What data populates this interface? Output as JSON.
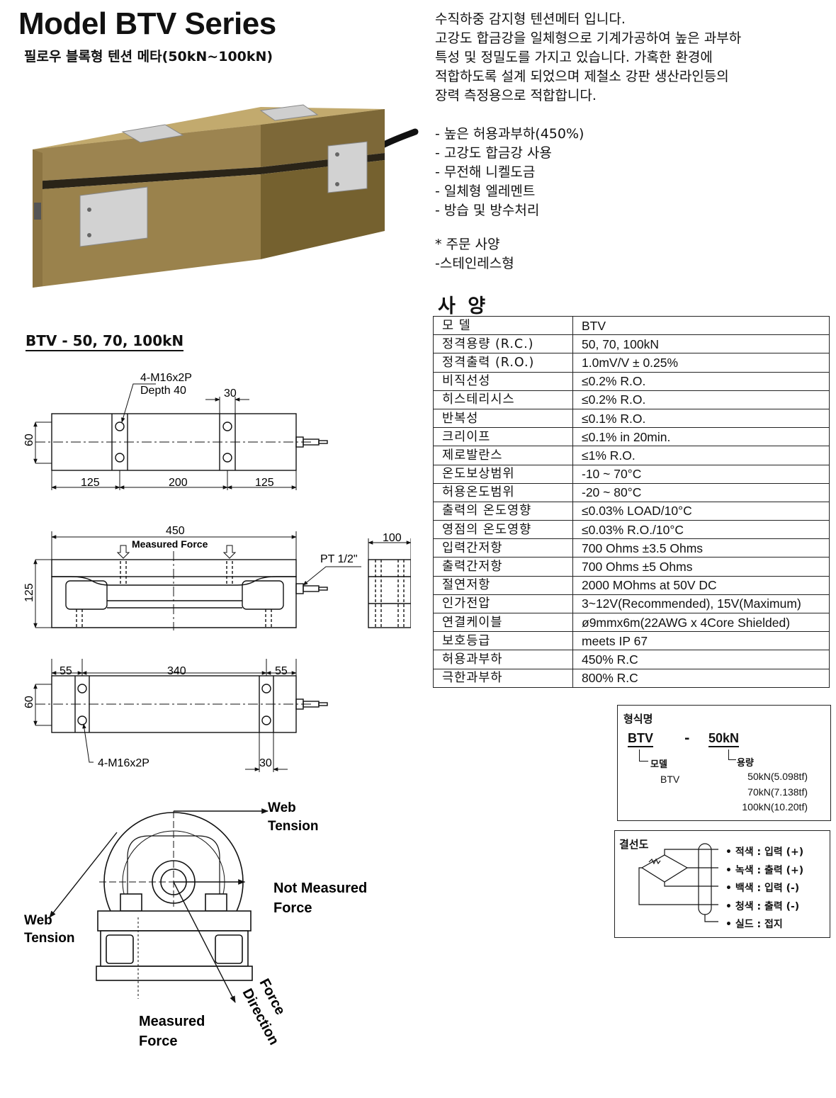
{
  "header": {
    "title": "Model BTV Series",
    "subtitle": "필로우 블록형 텐션 메타(50kN~100kN)"
  },
  "description": {
    "paragraph": [
      "수직하중 감지형 텐션메터 입니다.",
      "고강도 합금강을 일체형으로 기계가공하여 높은 과부하",
      "특성 및 정밀도를 가지고 있습니다. 가혹한 환경에",
      "적합하도록 설계 되었으며 제철소 강판 생산라인등의",
      "장력 측정용으로 적합합니다."
    ],
    "features": [
      "- 높은 허용과부하(450%)",
      "- 고강도 합금강 사용",
      "- 무전해 니켈도금",
      "- 일체형 엘레멘트",
      "- 방습 및 방수처리"
    ],
    "order_note": "* 주문 사양",
    "order_item": "-스테인레스형"
  },
  "spec": {
    "heading": "사 양",
    "rows": [
      {
        "k": "모 델",
        "v": "BTV"
      },
      {
        "k": "정격용량 (R.C.)",
        "v": "50, 70, 100kN"
      },
      {
        "k": "정격출력 (R.O.)",
        "v": "1.0mV/V ± 0.25%"
      },
      {
        "k": "비직선성",
        "v": "≤0.2% R.O."
      },
      {
        "k": "히스테리시스",
        "v": "≤0.2% R.O."
      },
      {
        "k": "반복성",
        "v": "≤0.1% R.O."
      },
      {
        "k": "크리이프",
        "v": "≤0.1% in 20min."
      },
      {
        "k": "제로발란스",
        "v": "≤1% R.O."
      },
      {
        "k": "온도보상범위",
        "v": "-10 ~ 70°C"
      },
      {
        "k": "허용온도범위",
        "v": "-20 ~ 80°C"
      },
      {
        "k": "출력의 온도영향",
        "v": "≤0.03% LOAD/10°C"
      },
      {
        "k": "영점의 온도영향",
        "v": "≤0.03% R.O./10°C"
      },
      {
        "k": "입력간저항",
        "v": "700 Ohms ±3.5 Ohms"
      },
      {
        "k": "출력간저항",
        "v": "700 Ohms ±5 Ohms"
      },
      {
        "k": "절연저항",
        "v": "2000 MOhms at 50V DC"
      },
      {
        "k": "인가전압",
        "v": "3~12V(Recommended), 15V(Maximum)"
      },
      {
        "k": "연결케이블",
        "v": "ø9mmx6m(22AWG x 4Core Shielded)"
      },
      {
        "k": "보호등급",
        "v": "meets IP 67"
      },
      {
        "k": "허용과부하",
        "v": "450% R.C"
      },
      {
        "k": "극한과부하",
        "v": "800% R.C"
      }
    ]
  },
  "drawing": {
    "title": "BTV - 50, 70, 100kN",
    "top_view": {
      "hole_label_1": "4-M16x2P",
      "hole_label_2": "Depth 40",
      "dim_30": "30",
      "dim_60": "60",
      "dim_left": "125",
      "dim_mid": "200",
      "dim_right": "125"
    },
    "front_view": {
      "dim_length": "450",
      "force_label": "Measured Force",
      "dim_height": "125",
      "pt_label": "PT 1/2\"",
      "dim_width": "100"
    },
    "bottom_view": {
      "dim_left": "55",
      "dim_mid": "340",
      "dim_right": "55",
      "dim_60": "60",
      "hole_label": "4-M16x2P",
      "dim_30": "30"
    },
    "application": {
      "web_tension_top_1": "Web",
      "web_tension_top_2": "Tension",
      "not_measured_1": "Not Measured",
      "not_measured_2": "Force",
      "web_tension_left_1": "Web",
      "web_tension_left_2": "Tension",
      "measured_1": "Measured",
      "measured_2": "Force",
      "force_dir_1": "Force",
      "force_dir_2": "Direction"
    }
  },
  "model_code": {
    "heading": "형식명",
    "model": "BTV",
    "dash": "-",
    "capacity": "50kN",
    "model_label": "모델",
    "model_value": "BTV",
    "capacity_label": "용량",
    "capacities": [
      "50kN(5.098tf)",
      "70kN(7.138tf)",
      "100kN(10.20tf)"
    ]
  },
  "wiring": {
    "heading": "결선도",
    "lines": [
      {
        "color": "적색",
        "sep": ":",
        "fn": "입력 (+)"
      },
      {
        "color": "녹색",
        "sep": ":",
        "fn": "출력 (+)"
      },
      {
        "color": "백색",
        "sep": ":",
        "fn": "입력 (-)"
      },
      {
        "color": "청색",
        "sep": ":",
        "fn": "출력 (-)"
      },
      {
        "color": "실드",
        "sep": ":",
        "fn": "접지"
      }
    ]
  },
  "colors": {
    "body": "#a08850",
    "body_dark": "#6e5a2c",
    "plate": "#c9c9c9"
  }
}
